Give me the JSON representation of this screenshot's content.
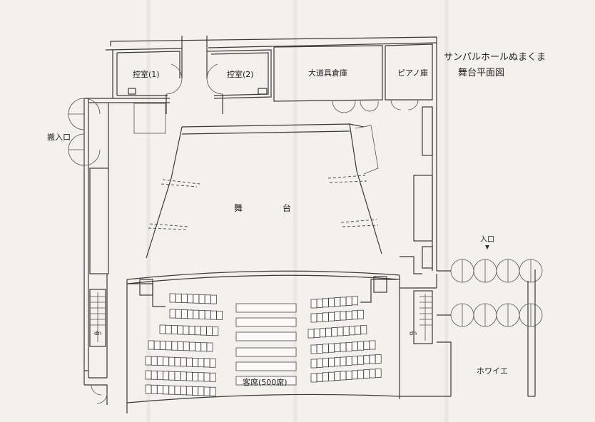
{
  "title": {
    "line1": "サンパルホールぬまくま",
    "line2": "舞台平面図"
  },
  "rooms": {
    "control1": "控室(1)",
    "control2": "控室(2)",
    "prop_storage": "大道具倉庫",
    "piano_storage": "ピアノ庫",
    "loading_entrance": "搬入口",
    "stage_left": "舞",
    "stage_right": "台",
    "entrance": "入口",
    "foyer": "ホワイエ",
    "seating": "客席(500席)",
    "stair_left_mark": "dn",
    "stair_right_mark": "dn"
  },
  "colors": {
    "paper": "#f3f1ec",
    "ink": "#3a3a3a",
    "fold_shadow": "#d9d6cf"
  }
}
